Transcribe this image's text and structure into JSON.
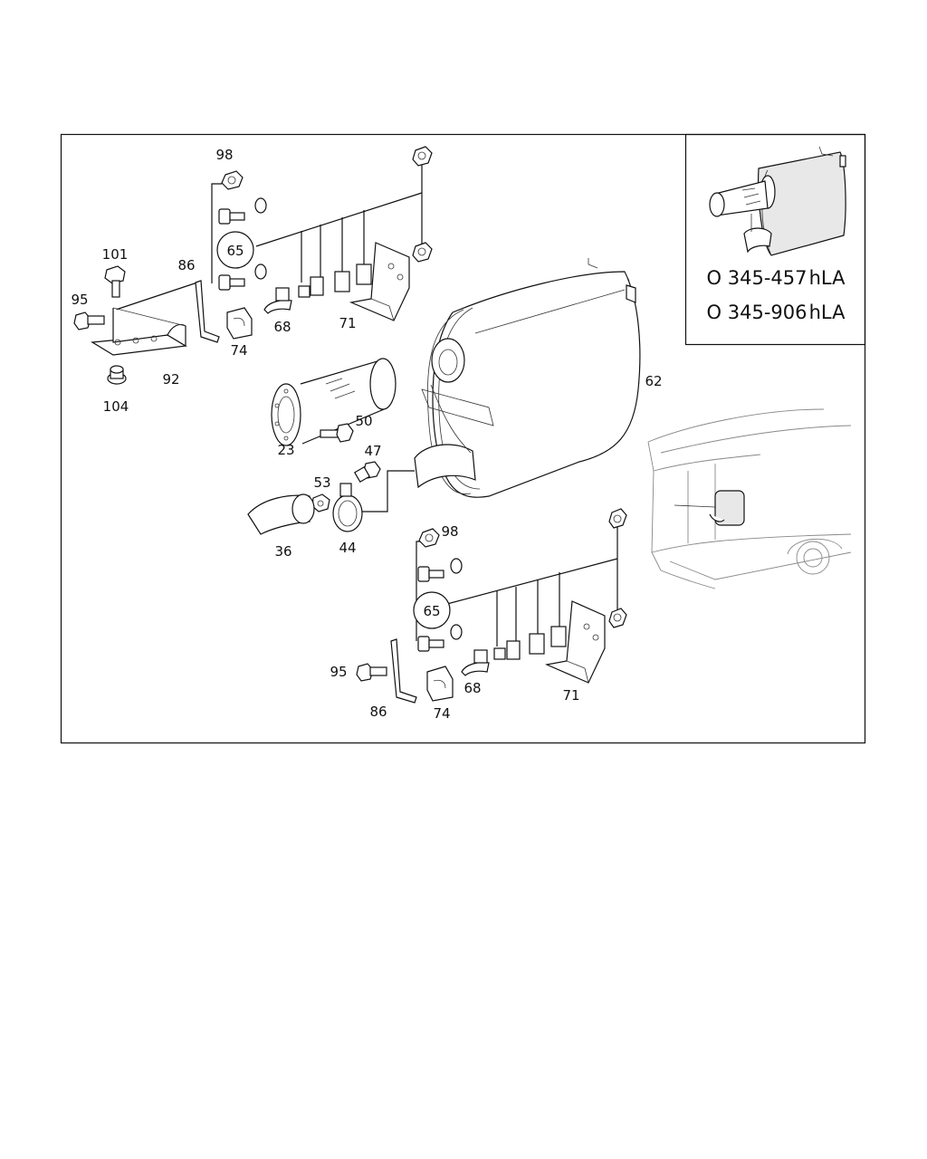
{
  "labels": {
    "p98_top": "98",
    "p65_top": "65",
    "p101": "101",
    "p86_top": "86",
    "p95_top": "95",
    "p92": "92",
    "p104": "104",
    "p74_top": "74",
    "p68_top": "68",
    "p71_top": "71",
    "p62": "62",
    "p23": "23",
    "p50": "50",
    "p47": "47",
    "p53": "53",
    "p36": "36",
    "p44": "44",
    "p98_bot": "98",
    "p65_bot": "65",
    "p95_bot": "95",
    "p86_bot": "86",
    "p74_bot": "74",
    "p68_bot": "68",
    "p71_bot": "71"
  },
  "inset": {
    "model_1": "O 345-457 hLA",
    "model_2": "O 345-906 hLA"
  }
}
